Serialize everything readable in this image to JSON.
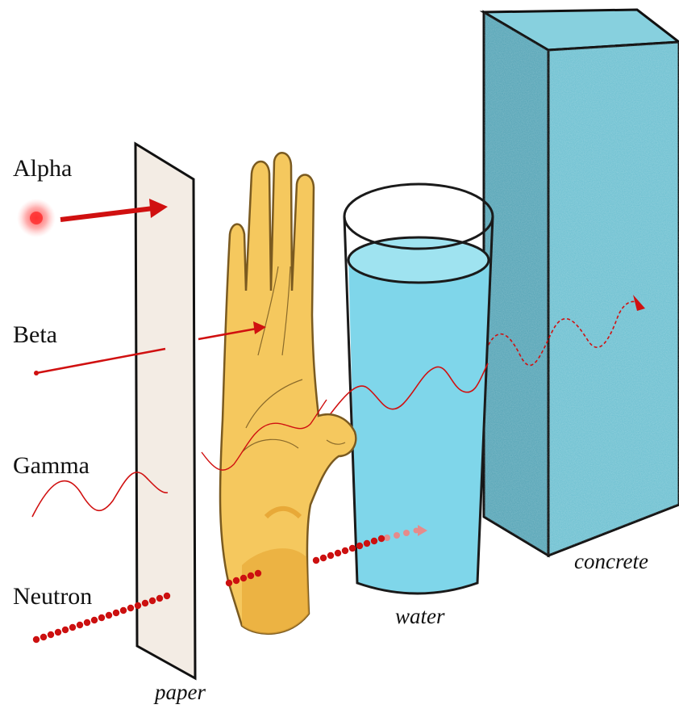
{
  "labels": {
    "alpha": "Alpha",
    "beta": "Beta",
    "gamma": "Gamma",
    "neutron": "Neutron",
    "paper": "paper",
    "water": "water",
    "concrete": "concrete"
  },
  "colors": {
    "radiation": "#d01010",
    "paper": "#f3ece4",
    "hand": "#f5c85e",
    "hand_shadow": "#e8a938",
    "water": "#7fd6ea",
    "concrete": "#74c3d3",
    "concrete_side": "#5ea9ba",
    "outline": "#111111"
  },
  "icons": {
    "alpha_particle": "glowing-particle-icon",
    "hand": "open-hand-icon"
  }
}
